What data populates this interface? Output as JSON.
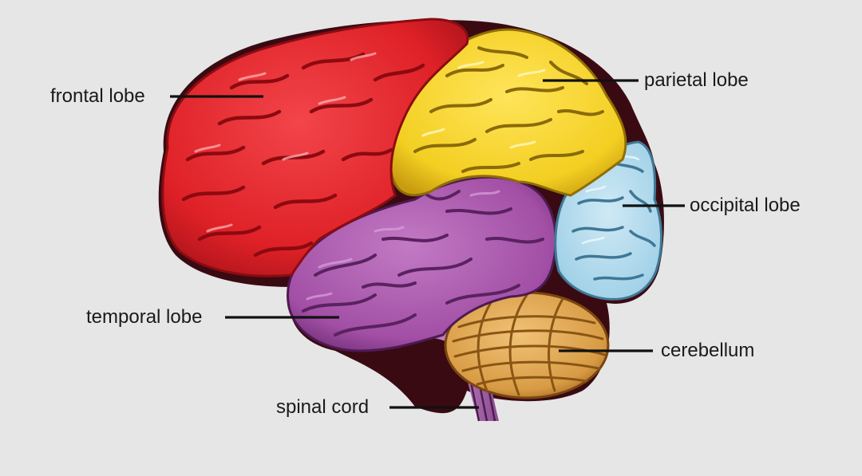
{
  "labels": {
    "frontal": "frontal lobe",
    "parietal": "parietal lobe",
    "occipital": "occipital lobe",
    "temporal": "temporal lobe",
    "cerebellum": "cerebellum",
    "spinal": "spinal cord"
  },
  "colors": {
    "background": "#e6e6e6",
    "frontal": "#e3262a",
    "frontal_dark": "#9b0d12",
    "parietal": "#f4d227",
    "parietal_dark": "#a9850b",
    "occipital": "#a9d6ea",
    "occipital_dark": "#4f8fae",
    "temporal": "#a653a8",
    "temporal_dark": "#5a2260",
    "cerebellum": "#d9a04a",
    "cerebellum_dark": "#8a5514",
    "spinal": "#b06cb3"
  }
}
